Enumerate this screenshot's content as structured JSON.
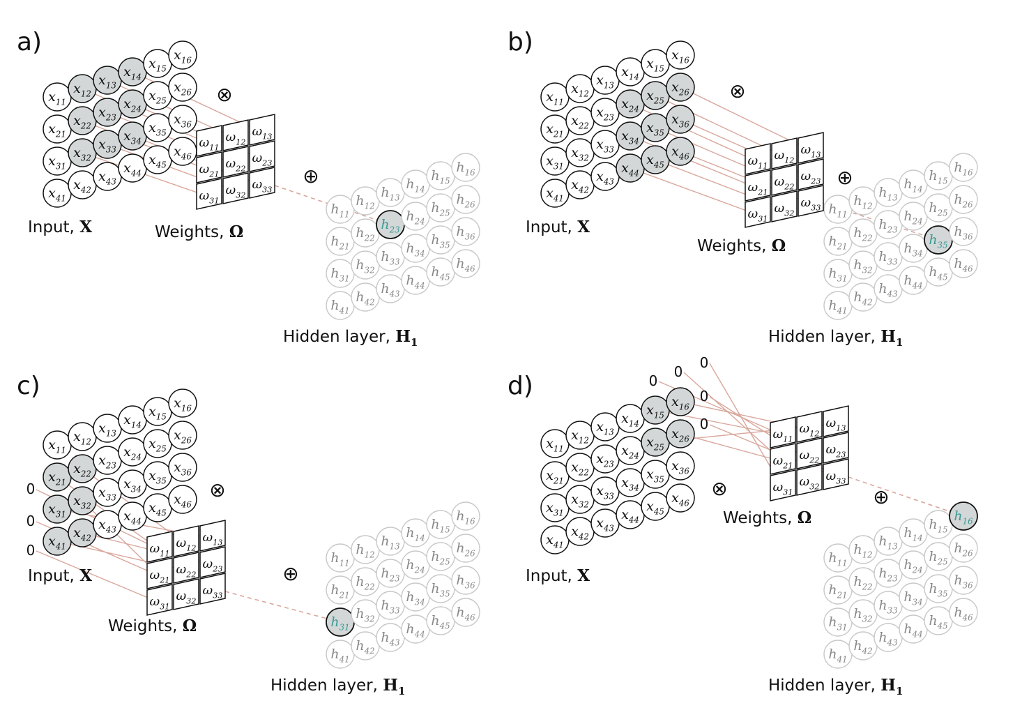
{
  "panels": [
    {
      "label": "a)",
      "input_label": "Input, ",
      "input_symbol": "X",
      "weights_label": "Weights, ",
      "weights_symbol": "Ω",
      "hidden_label": "Hidden layer, ",
      "hidden_symbol": "H",
      "hidden_sub": "1",
      "highlight_inputs": [
        "x12",
        "x13",
        "x14",
        "x22",
        "x23",
        "x24",
        "x32",
        "x33",
        "x34"
      ],
      "highlight_hidden": "h23",
      "zero_padding": []
    },
    {
      "label": "b)",
      "input_label": "Input, ",
      "input_symbol": "X",
      "weights_label": "Weights, ",
      "weights_symbol": "Ω",
      "hidden_label": "Hidden layer, ",
      "hidden_symbol": "H",
      "hidden_sub": "1",
      "highlight_inputs": [
        "x24",
        "x25",
        "x26",
        "x34",
        "x35",
        "x36",
        "x44",
        "x45",
        "x46"
      ],
      "highlight_hidden": "h35",
      "zero_padding": []
    },
    {
      "label": "c)",
      "input_label": "Input, ",
      "input_symbol": "X",
      "weights_label": "Weights, ",
      "weights_symbol": "Ω",
      "hidden_label": "Hidden layer, ",
      "hidden_symbol": "H",
      "hidden_sub": "1",
      "highlight_inputs": [
        "x21",
        "x22",
        "x31",
        "x32",
        "x41",
        "x42"
      ],
      "highlight_hidden": "h31",
      "zero_padding": [
        "0",
        "0",
        "0"
      ]
    },
    {
      "label": "d)",
      "input_label": "Input, ",
      "input_symbol": "X",
      "weights_label": "Weights, ",
      "weights_symbol": "Ω",
      "hidden_label": "Hidden layer, ",
      "hidden_symbol": "H",
      "hidden_sub": "1",
      "highlight_inputs": [
        "x15",
        "x16",
        "x25",
        "x26"
      ],
      "highlight_hidden": "h16",
      "zero_padding": [
        "0",
        "0",
        "0",
        "0",
        "0"
      ]
    }
  ],
  "operators": {
    "multiply": "⊗",
    "add": "⊕"
  },
  "input_prefix": "x",
  "hidden_prefix": "h",
  "weight_prefix": "ω",
  "colors": {
    "highlight": "#d3d7d7",
    "connection": "#d9a79c",
    "operator": "#c0604d",
    "hidden_stroke": "#c8c8c8"
  }
}
